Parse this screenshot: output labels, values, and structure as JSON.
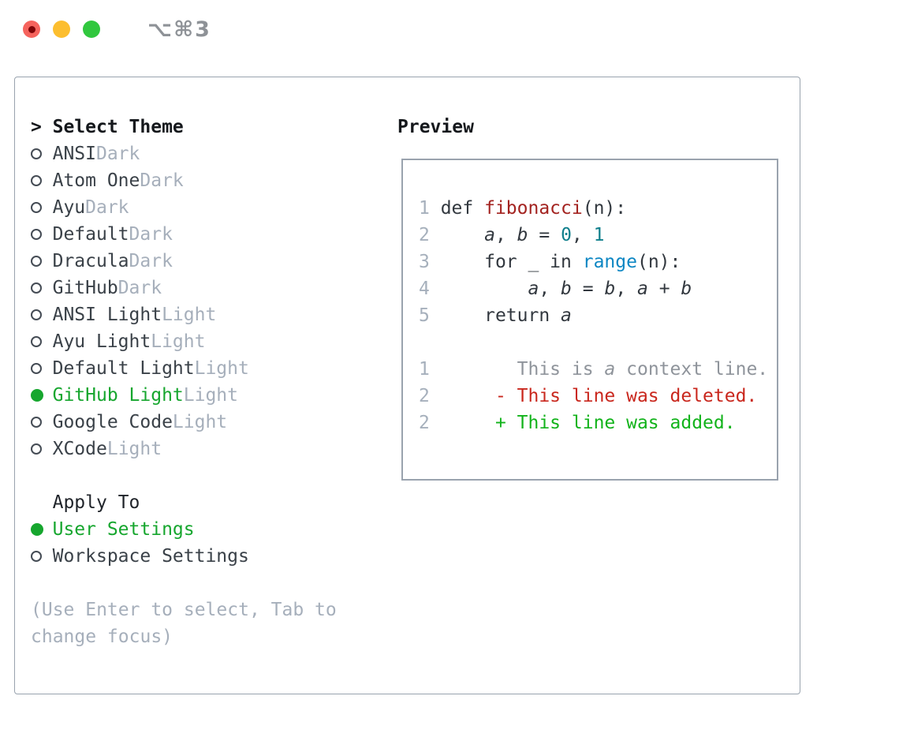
{
  "window": {
    "title": "⌥⌘3",
    "traffic_lights": [
      "close",
      "minimize",
      "zoom"
    ]
  },
  "colors": {
    "selected_green": "#16a62e",
    "dark_text": "#15181c",
    "item_text": "#3a4148",
    "muted_text": "#a6afbb",
    "panel_border": "#99a3ae",
    "ln": "#a6b0bc",
    "d": "#32383f",
    "fn": "#a32320",
    "num": "#107f8c",
    "builtin": "#0c86c3",
    "ctx": "#8f949b",
    "del": "#c9271d",
    "add": "#12b31b"
  },
  "theme_panel": {
    "header": {
      "prompt": ">",
      "label": "Select Theme"
    },
    "themes": [
      {
        "name": "ANSI",
        "variant": "Dark",
        "selected": false
      },
      {
        "name": "Atom One",
        "variant": "Dark",
        "selected": false
      },
      {
        "name": "Ayu",
        "variant": "Dark",
        "selected": false
      },
      {
        "name": "Default",
        "variant": "Dark",
        "selected": false
      },
      {
        "name": "Dracula",
        "variant": "Dark",
        "selected": false
      },
      {
        "name": "GitHub",
        "variant": "Dark",
        "selected": false
      },
      {
        "name": "ANSI Light",
        "variant": "Light",
        "selected": false
      },
      {
        "name": "Ayu Light",
        "variant": "Light",
        "selected": false
      },
      {
        "name": "Default Light",
        "variant": "Light",
        "selected": false
      },
      {
        "name": "GitHub Light",
        "variant": "Light",
        "selected": true
      },
      {
        "name": "Google Code",
        "variant": "Light",
        "selected": false
      },
      {
        "name": "XCode",
        "variant": "Light",
        "selected": false
      }
    ],
    "apply_to": {
      "label": "Apply To",
      "options": [
        {
          "name": "User Settings",
          "selected": true
        },
        {
          "name": "Workspace Settings",
          "selected": false
        }
      ]
    },
    "hint_lines": [
      "(Use Enter to select, Tab to",
      "change focus)"
    ]
  },
  "preview": {
    "label": "Preview",
    "code_lines": [
      {
        "num": "1",
        "tokens": [
          {
            "t": "def ",
            "c": "d"
          },
          {
            "t": "fibonacci",
            "c": "fn"
          },
          {
            "t": "(n):",
            "c": "d"
          }
        ]
      },
      {
        "num": "2",
        "tokens": [
          {
            "t": "    ",
            "c": "d"
          },
          {
            "t": "a",
            "c": "d",
            "i": true
          },
          {
            "t": ", ",
            "c": "d"
          },
          {
            "t": "b",
            "c": "d",
            "i": true
          },
          {
            "t": " = ",
            "c": "d"
          },
          {
            "t": "0",
            "c": "num"
          },
          {
            "t": ", ",
            "c": "d"
          },
          {
            "t": "1",
            "c": "num"
          }
        ]
      },
      {
        "num": "3",
        "tokens": [
          {
            "t": "    for _ in ",
            "c": "d"
          },
          {
            "t": "range",
            "c": "builtin"
          },
          {
            "t": "(n):",
            "c": "d"
          }
        ]
      },
      {
        "num": "4",
        "tokens": [
          {
            "t": "        ",
            "c": "d"
          },
          {
            "t": "a",
            "c": "d",
            "i": true
          },
          {
            "t": ", ",
            "c": "d"
          },
          {
            "t": "b",
            "c": "d",
            "i": true
          },
          {
            "t": " = ",
            "c": "d"
          },
          {
            "t": "b",
            "c": "d",
            "i": true
          },
          {
            "t": ", ",
            "c": "d"
          },
          {
            "t": "a",
            "c": "d",
            "i": true
          },
          {
            "t": " + ",
            "c": "d"
          },
          {
            "t": "b",
            "c": "d",
            "i": true
          }
        ]
      },
      {
        "num": "5",
        "tokens": [
          {
            "t": "    return ",
            "c": "d"
          },
          {
            "t": "a",
            "c": "d",
            "i": true
          }
        ]
      },
      {
        "num": "",
        "tokens": []
      },
      {
        "num": "1",
        "tokens": [
          {
            "t": "       This is ",
            "c": "ctx"
          },
          {
            "t": "a",
            "c": "ctx",
            "i": true
          },
          {
            "t": " context line.",
            "c": "ctx"
          }
        ]
      },
      {
        "num": "2",
        "tokens": [
          {
            "t": "     - This line was deleted.",
            "c": "del"
          }
        ]
      },
      {
        "num": "2",
        "tokens": [
          {
            "t": "     + This line was added.",
            "c": "add"
          }
        ]
      }
    ]
  }
}
